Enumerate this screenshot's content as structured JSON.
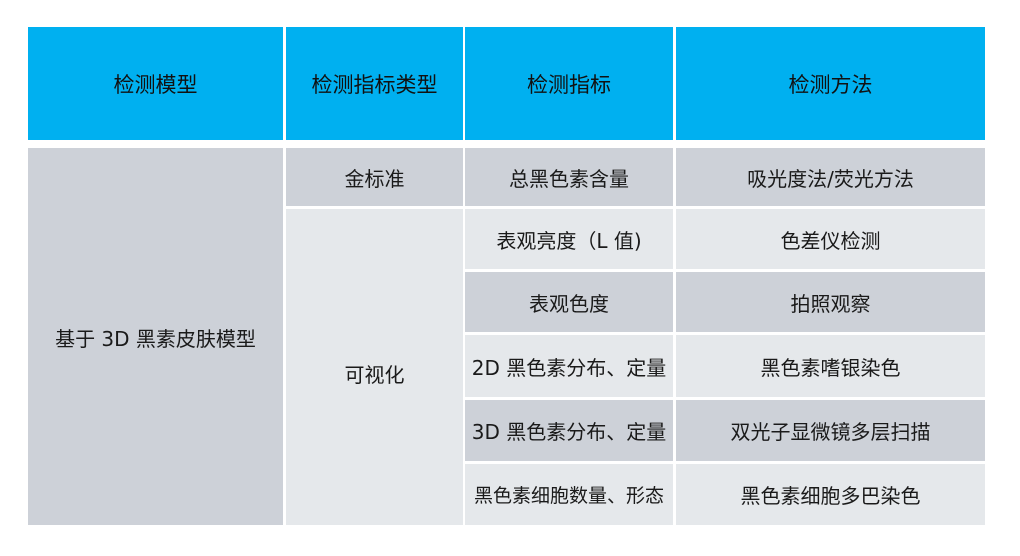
{
  "colors": {
    "header_bg": "#00b0f0",
    "row_dark": "#cdd1d8",
    "row_light": "#e5e8eb"
  },
  "table": {
    "headers": [
      "检测模型",
      "检测指标类型",
      "检测指标",
      "检测方法"
    ],
    "model": "基于 3D 黑素皮肤模型",
    "indicator_types": [
      "金标准",
      "可视化"
    ],
    "rows": [
      {
        "indicator": "总黑色素含量",
        "method": "吸光度法/荧光方法"
      },
      {
        "indicator": "表观亮度（L 值)",
        "method": "色差仪检测"
      },
      {
        "indicator": "表观色度",
        "method": "拍照观察"
      },
      {
        "indicator": "2D 黑色素分布、定量",
        "method": "黑色素嗜银染色"
      },
      {
        "indicator": "3D  黑色素分布、定量",
        "method": "双光子显微镜多层扫描"
      },
      {
        "indicator": "黑色素细胞数量、形态",
        "method": "黑色素细胞多巴染色"
      }
    ]
  }
}
